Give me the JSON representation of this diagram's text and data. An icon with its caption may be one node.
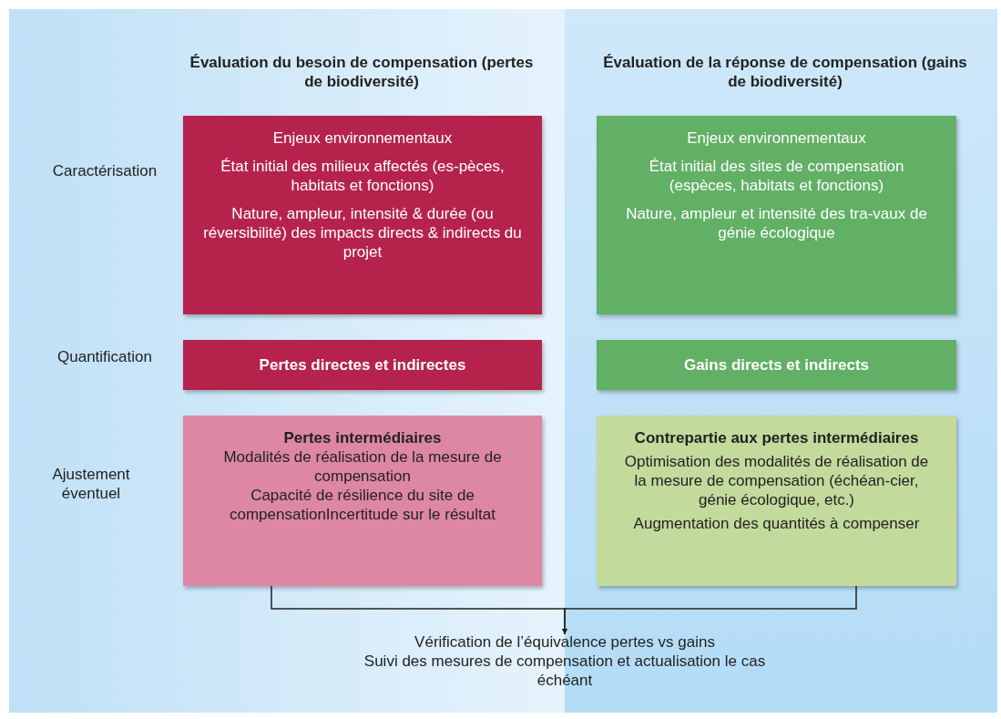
{
  "diagram": {
    "nodes": [
      {
        "text": [
          "Enjeux environnementaux",
          "État initial des milieux affectés (es-pèces, habitats et fonctions)",
          "Nature, ampleur, intensité & durée (ou réversibilité) des impacts directs & indirects du projet"
        ]
      },
      {
        "text": [
          "Enjeux environnementaux",
          "État initial des sites de compensation (espèces, habitats et fonctions)",
          "Nature, ampleur et intensité des tra-vaux de génie écologique"
        ]
      },
      {
        "text": [
          "Pertes directes et indirectes"
        ]
      },
      {
        "text": [
          "Gains directs et indirects"
        ]
      },
      {
        "text": [
          "Pertes intermédiaires",
          "Modalités de réalisation de la mesure de compensation",
          "Capacité de résilience du site de compensationIncertitude sur le résultat"
        ]
      },
      {
        "text": [
          "Contrepartie aux pertes intermédiaires",
          "Optimisation des modalités de réalisation de la mesure de compensation (échéan-cier, génie écologique, etc.)",
          "Augmentation des quantités à compenser"
        ]
      },
      {
        "text": [
          "Vérification de l’équivalence pertes vs gains",
          "Suivi des mesures de compensation et actualisation le cas échéant"
        ]
      }
    ],
    "edges": [
      {
        "from": 4,
        "to": 6,
        "arrow": "to"
      },
      {
        "from": 5,
        "to": 6,
        "arrow": "to"
      }
    ],
    "labels": [
      "Évaluation du besoin de compensation (pertes de biodiversité)",
      "Évaluation de la réponse de compensation (gains de biodiversité)",
      "Caractérisation",
      "Quantification",
      "Ajustement éventuel"
    ]
  }
}
